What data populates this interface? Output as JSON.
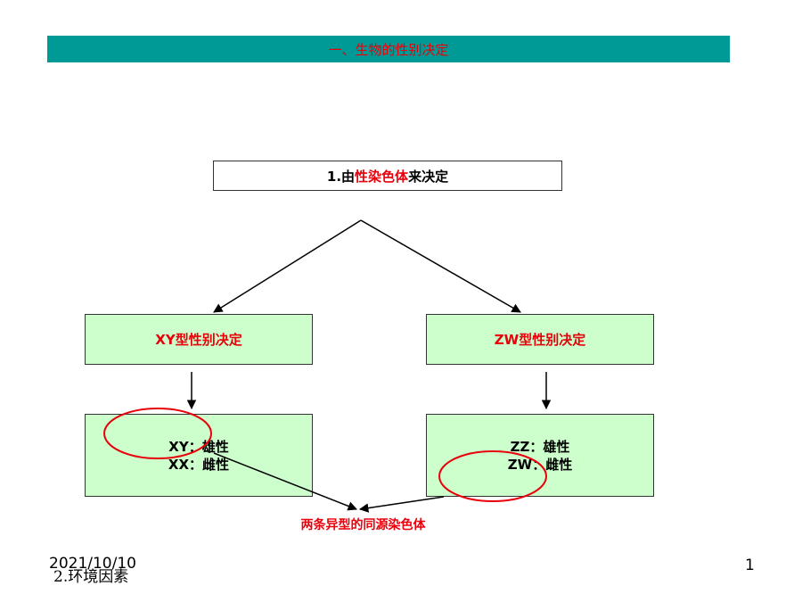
{
  "title": "一、生物的性别决定",
  "top_box": {
    "prefix": "1.由",
    "highlight": "性染色体",
    "suffix": "来决定"
  },
  "left_type": "XY型性别决定",
  "right_type": "ZW型性别决定",
  "left_detail": [
    "XY：雄性",
    "XX：雌性"
  ],
  "right_detail": [
    "ZZ：雄性",
    "ZW：雌性"
  ],
  "bottom_label": "两条异型的同源染色体",
  "footer": {
    "date": "2021/10/10",
    "env_text": "2.环境因素",
    "page": "1"
  },
  "colors": {
    "title_bg": "#009a96",
    "accent_red": "#e8000b",
    "box_green": "#ccffcc"
  }
}
